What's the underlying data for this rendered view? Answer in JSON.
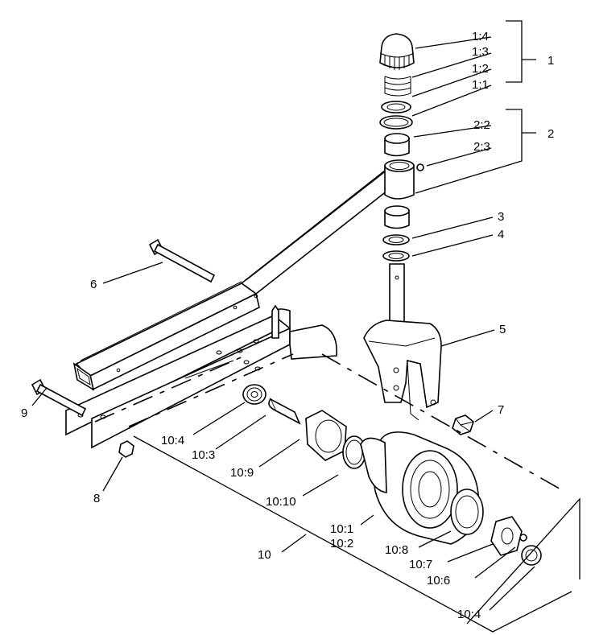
{
  "labels": {
    "l1_4": "1:4",
    "l1_3": "1:3",
    "l1_2": "1:2",
    "l1_1": "1:1",
    "l1": "1",
    "l2_2": "2:2",
    "l2": "2",
    "l2_3": "2:3",
    "l3": "3",
    "l4": "4",
    "l5": "5",
    "l6": "6",
    "l7": "7",
    "l8": "8",
    "l9": "9",
    "l10_4a": "10:4",
    "l10_3": "10:3",
    "l10_9": "10:9",
    "l10_10": "10:10",
    "l10_1": "10:1",
    "l10_2": "10:2",
    "l10": "10",
    "l10_8": "10:8",
    "l10_7": "10:7",
    "l10_6": "10:6",
    "l10_4b": "10:4"
  }
}
